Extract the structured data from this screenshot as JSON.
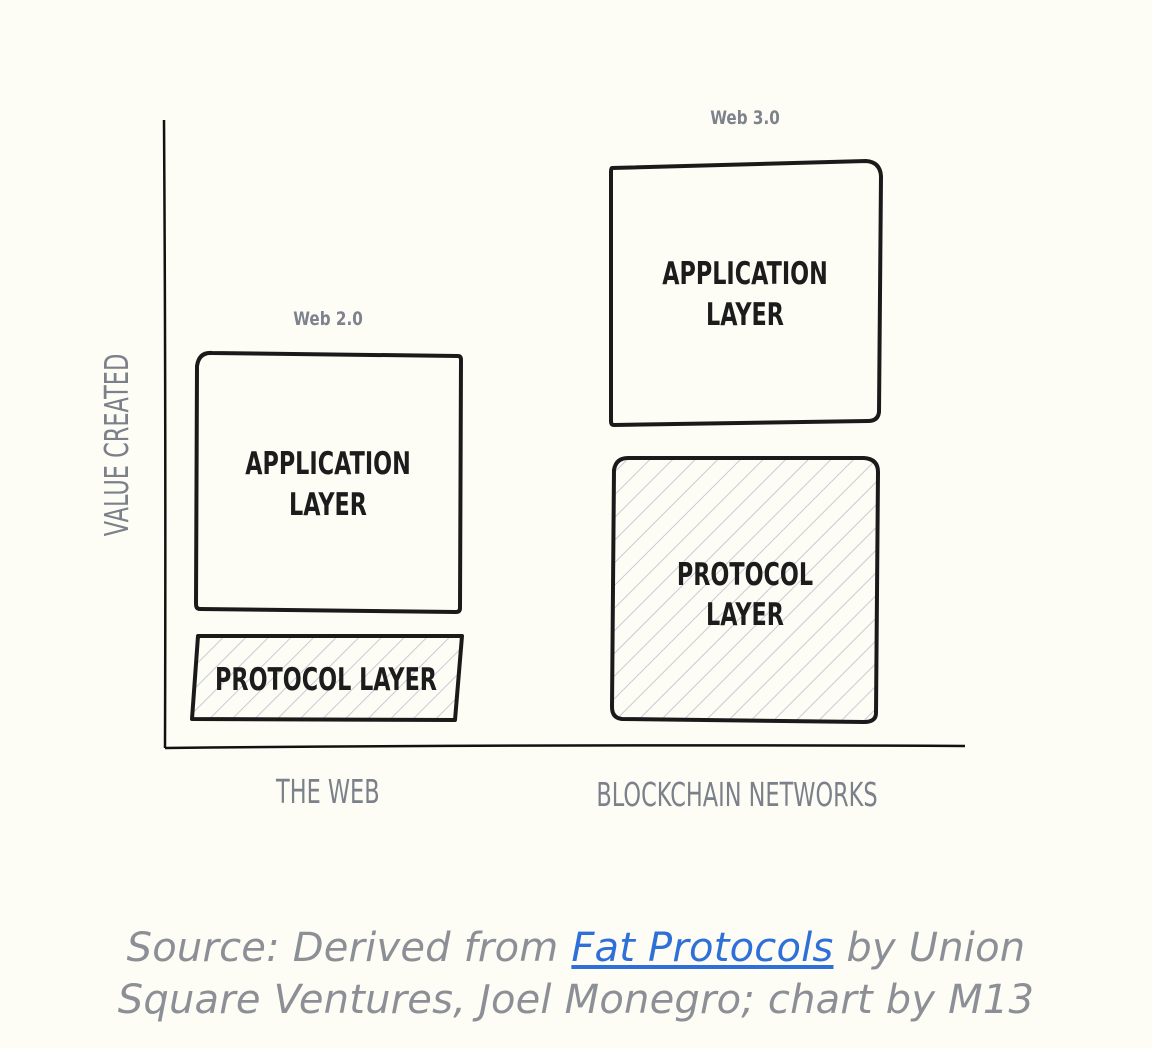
{
  "y_axis_label": "VALUE CREATED",
  "web2": {
    "tag": "Web 2.0",
    "application_line1": "APPLICATION",
    "application_line2": "LAYER",
    "protocol_line1": "PROTOCOL LAYER",
    "category": "THE WEB"
  },
  "web3": {
    "tag": "Web 3.0",
    "application_line1": "APPLICATION",
    "application_line2": "LAYER",
    "protocol_line1": "PROTOCOL",
    "protocol_line2": "LAYER",
    "category": "BLOCKCHAIN NETWORKS"
  },
  "caption": {
    "prefix": "Source: Derived from ",
    "link_text": "Fat Protocols",
    "middle": " by Union",
    "line2": "Square Ventures, Joel Monegro; chart by M13"
  },
  "colors": {
    "background": "#fdfdf6",
    "box_stroke": "#1a1a1a",
    "hatch": "#c7cbd6",
    "label_gray": "#7b808a",
    "link": "#2f6fd8"
  }
}
